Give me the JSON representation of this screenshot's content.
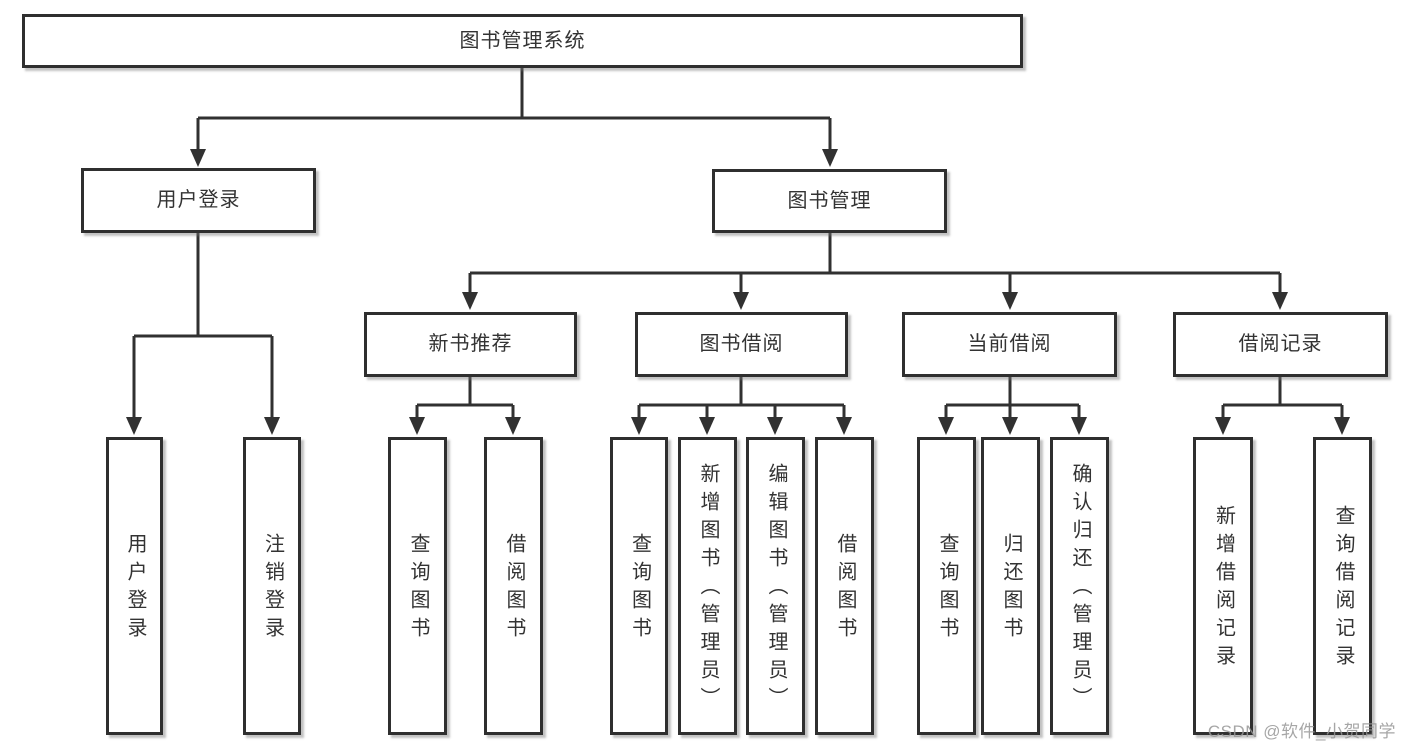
{
  "tree": {
    "label": "图书管理系统",
    "children": [
      {
        "label": "用户登录",
        "children": [
          {
            "label": "用户登录"
          },
          {
            "label": "注销登录"
          }
        ]
      },
      {
        "label": "图书管理",
        "children": [
          {
            "label": "新书推荐",
            "children": [
              {
                "label": "查询图书"
              },
              {
                "label": "借阅图书"
              }
            ]
          },
          {
            "label": "图书借阅",
            "children": [
              {
                "label": "查询图书"
              },
              {
                "label": "新增图书（管理员）"
              },
              {
                "label": "编辑图书（管理员）"
              },
              {
                "label": "借阅图书"
              }
            ]
          },
          {
            "label": "当前借阅",
            "children": [
              {
                "label": "查询图书"
              },
              {
                "label": "归还图书"
              },
              {
                "label": "确认归还（管理员）"
              }
            ]
          },
          {
            "label": "借阅记录",
            "children": [
              {
                "label": "新增借阅记录"
              },
              {
                "label": "查询借阅记录"
              }
            ]
          }
        ]
      }
    ]
  },
  "watermark": {
    "text": "CSDN @软件_小贺同学"
  },
  "colors": {
    "line": "#313131",
    "box_border": "#2f2f2f",
    "text": "#333333",
    "watermark": "#969696"
  }
}
